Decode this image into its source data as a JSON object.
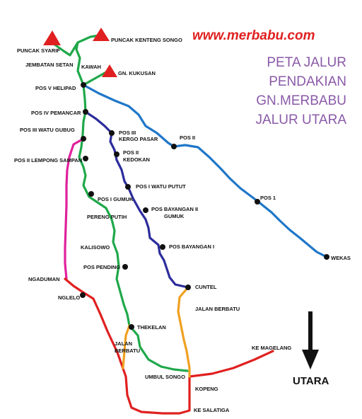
{
  "website": "www.merbabu.com",
  "title_lines": [
    "PETA JALUR",
    "PENDAKIAN",
    "GN.MERBABU",
    "JALUR UTARA"
  ],
  "north_label": "UTARA",
  "colors": {
    "website": "#e02020",
    "title": "#8a5aa8",
    "route_green": "#1fa84a",
    "route_blue": "#1f77c8",
    "route_navy": "#2c2c9c",
    "route_magenta": "#e0209c",
    "route_red": "#e02020",
    "route_orange": "#f0a020",
    "peak": "#e02020",
    "waypoint": "#111111"
  },
  "peaks": [
    {
      "id": "peak-puncak-syarif",
      "label": "PUNCAK SYARIF"
    },
    {
      "id": "peak-puncak-kenteng-songo",
      "label": "PUNCAK KENTENG SONGO"
    },
    {
      "id": "peak-gn-kukusan",
      "label": "GN. KUKUSAN"
    }
  ],
  "places": {
    "jembatan_setan": "JEMBATAN SETAN",
    "kawah": "KAWAH",
    "pos5_helipad": "POS V  HELIPAD",
    "pos4_pemancar": "POS IV  PEMANCAR",
    "pos3_watu_gubug": "POS III  WATU GUBUG",
    "pos2_lempong_sampan": "POS II  LEMPONG SAMPAN",
    "pos3_kergo_pasar_1": "POS III",
    "pos3_kergo_pasar_2": "KERGO PASAR",
    "pos2_kedokan_1": "POS II",
    "pos2_kedokan_2": "KEDOKAN",
    "pos1_watu_putut": "POS I  WATU PUTUT",
    "pos2_wekas": "POS II",
    "pos1_wekas": "POS 1",
    "wekas": "WEKAS",
    "pos1_gumuk": "POS I  GUMUK",
    "pereng_putih": "PERENG  PUTIH",
    "pos_bayangan_2_1": "POS BAYANGAN II",
    "pos_bayangan_2_2": "GUMUK",
    "kalisowo": "KALISOWO",
    "pos_bayangan_1": "POS BAYANGAN I",
    "pos_pending": "POS PENDING",
    "cuntel": "CUNTEL",
    "ngaduman": "NGADUMAN",
    "nglelo": "NGLELO",
    "jalan_berbatu_east": "JALAN BERBATU",
    "thekelan": "THEKELAN",
    "jalan_berbatu_west_1": "JALAN",
    "jalan_berbatu_west_2": "BERBATU",
    "ke_magelang": "KE  MAGELANG",
    "umbul_songo": "UMBUL SONGO",
    "kopeng": "KOPENG",
    "ke_salatiga": "KE  SALATIGA"
  }
}
